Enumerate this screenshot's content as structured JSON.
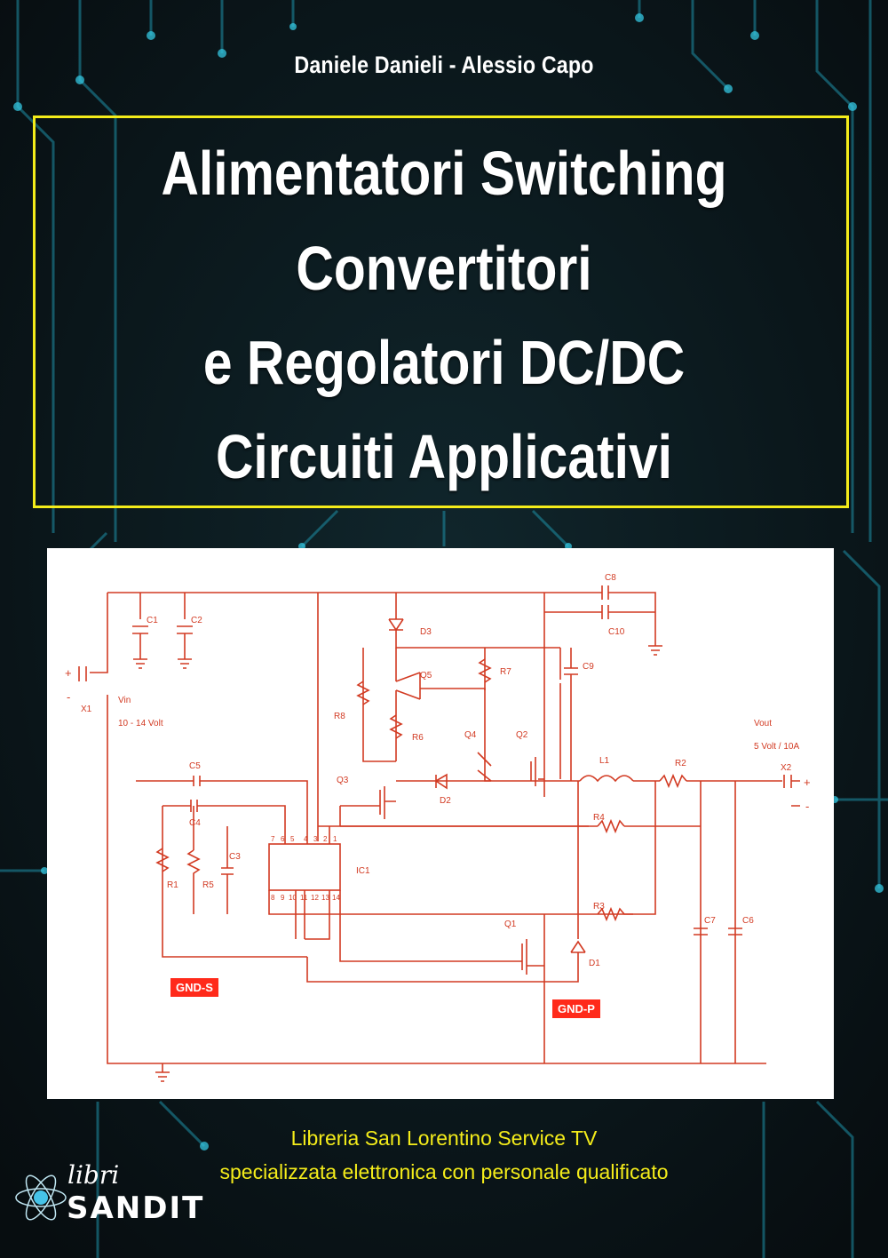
{
  "cover": {
    "authors": "Daniele Danieli - Alessio Capo",
    "title_lines": [
      "Alimentatori Switching",
      "Convertitori",
      "e Regolatori DC/DC",
      "Circuiti Applicativi"
    ],
    "colors": {
      "background": "#0b1418",
      "frame": "#f4ec1a",
      "circuit_lines": "#1e8fa6",
      "schematic_ink": "#d23a22",
      "footer_text": "#f4ec1a"
    }
  },
  "schematic": {
    "labels": {
      "c1": "C1",
      "c2": "C2",
      "c3": "C3",
      "c4": "C4",
      "c5": "C5",
      "c6": "C6",
      "c7": "C7",
      "c8": "C8",
      "c9": "C9",
      "c10": "C10",
      "d1": "D1",
      "d2": "D2",
      "d3": "D3",
      "q1": "Q1",
      "q2": "Q2",
      "q3": "Q3",
      "q4": "Q4",
      "q5": "Q5",
      "r1": "R1",
      "r2": "R2",
      "r3": "R3",
      "r4": "R4",
      "r5": "R5",
      "r6": "R6",
      "r7": "R7",
      "r8": "R8",
      "l1": "L1",
      "ic1": "IC1",
      "x1": "X1",
      "x2": "X2",
      "vin": "Vin",
      "vin_range": "10 - 14 Volt",
      "vout": "Vout",
      "vout_spec": "5 Volt / 10A",
      "plus": "+",
      "minus": "-",
      "pins_top": [
        "7",
        "6",
        "5",
        "4",
        "3",
        "2",
        "1"
      ],
      "pins_bottom": [
        "8",
        "9",
        "10",
        "11",
        "12",
        "13",
        "14"
      ]
    },
    "gnd_s": "GND-S",
    "gnd_p": "GND-P"
  },
  "footer": {
    "line1": "Libreria San Lorentino  Service TV",
    "line2": "specializzata elettronica con personale qualificato"
  },
  "logo": {
    "libri": "libri",
    "sandit": "SANDIT"
  }
}
